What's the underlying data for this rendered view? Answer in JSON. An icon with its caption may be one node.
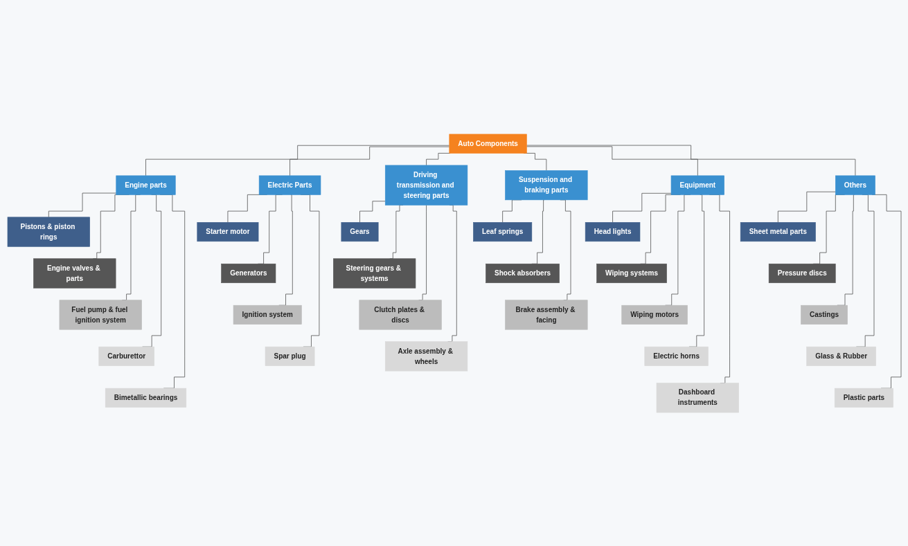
{
  "diagram": {
    "nodes": [
      {
        "text": [
          "Auto Components"
        ]
      },
      {
        "text": [
          "Engine parts"
        ]
      },
      {
        "text": [
          "Pistons & piston rings"
        ]
      },
      {
        "text": [
          "Engine valves & parts"
        ]
      },
      {
        "text": [
          "Fuel pump & fuel ignition system"
        ]
      },
      {
        "text": [
          "Carburettor"
        ]
      },
      {
        "text": [
          "Bimetallic bearings"
        ]
      },
      {
        "text": [
          "Electric Parts"
        ]
      },
      {
        "text": [
          "Starter motor"
        ]
      },
      {
        "text": [
          "Generators"
        ]
      },
      {
        "text": [
          "Ignition system"
        ]
      },
      {
        "text": [
          "Spar plug"
        ]
      },
      {
        "text": [
          "Driving transmission and steering parts"
        ]
      },
      {
        "text": [
          "Gears"
        ]
      },
      {
        "text": [
          "Steering gears & systems"
        ]
      },
      {
        "text": [
          "Clutch plates & discs"
        ]
      },
      {
        "text": [
          "Axle assembly & wheels"
        ]
      },
      {
        "text": [
          "Suspension and braking parts"
        ]
      },
      {
        "text": [
          "Leaf springs"
        ]
      },
      {
        "text": [
          "Shock absorbers"
        ]
      },
      {
        "text": [
          "Brake assembly & facing"
        ]
      },
      {
        "text": [
          "Equipment"
        ]
      },
      {
        "text": [
          "Head lights"
        ]
      },
      {
        "text": [
          "Wiping systems"
        ]
      },
      {
        "text": [
          "Wiping motors"
        ]
      },
      {
        "text": [
          "Electric horns"
        ]
      },
      {
        "text": [
          "Dashboard instruments"
        ]
      },
      {
        "text": [
          "Others"
        ]
      },
      {
        "text": [
          "Sheet metal parts"
        ]
      },
      {
        "text": [
          "Pressure discs"
        ]
      },
      {
        "text": [
          "Castings"
        ]
      },
      {
        "text": [
          "Glass & Rubber"
        ]
      },
      {
        "text": [
          "Plastic parts"
        ]
      }
    ],
    "edges": [
      {
        "from": 0,
        "to": 1,
        "arrow": "none"
      },
      {
        "from": 0,
        "to": 7,
        "arrow": "none"
      },
      {
        "from": 0,
        "to": 12,
        "arrow": "none"
      },
      {
        "from": 0,
        "to": 17,
        "arrow": "none"
      },
      {
        "from": 0,
        "to": 21,
        "arrow": "none"
      },
      {
        "from": 0,
        "to": 27,
        "arrow": "none"
      },
      {
        "from": 1,
        "to": 2,
        "arrow": "none"
      },
      {
        "from": 1,
        "to": 3,
        "arrow": "none"
      },
      {
        "from": 1,
        "to": 4,
        "arrow": "none"
      },
      {
        "from": 1,
        "to": 5,
        "arrow": "none"
      },
      {
        "from": 1,
        "to": 6,
        "arrow": "none"
      },
      {
        "from": 7,
        "to": 8,
        "arrow": "none"
      },
      {
        "from": 7,
        "to": 9,
        "arrow": "none"
      },
      {
        "from": 7,
        "to": 10,
        "arrow": "none"
      },
      {
        "from": 7,
        "to": 11,
        "arrow": "none"
      },
      {
        "from": 12,
        "to": 13,
        "arrow": "none"
      },
      {
        "from": 12,
        "to": 14,
        "arrow": "none"
      },
      {
        "from": 12,
        "to": 15,
        "arrow": "none"
      },
      {
        "from": 12,
        "to": 16,
        "arrow": "none"
      },
      {
        "from": 17,
        "to": 18,
        "arrow": "none"
      },
      {
        "from": 17,
        "to": 19,
        "arrow": "none"
      },
      {
        "from": 17,
        "to": 20,
        "arrow": "none"
      },
      {
        "from": 21,
        "to": 22,
        "arrow": "none"
      },
      {
        "from": 21,
        "to": 23,
        "arrow": "none"
      },
      {
        "from": 21,
        "to": 24,
        "arrow": "none"
      },
      {
        "from": 21,
        "to": 25,
        "arrow": "none"
      },
      {
        "from": 21,
        "to": 26,
        "arrow": "none"
      },
      {
        "from": 27,
        "to": 28,
        "arrow": "none"
      },
      {
        "from": 27,
        "to": 29,
        "arrow": "none"
      },
      {
        "from": 27,
        "to": 30,
        "arrow": "none"
      },
      {
        "from": 27,
        "to": 31,
        "arrow": "none"
      },
      {
        "from": 27,
        "to": 32,
        "arrow": "none"
      }
    ]
  }
}
